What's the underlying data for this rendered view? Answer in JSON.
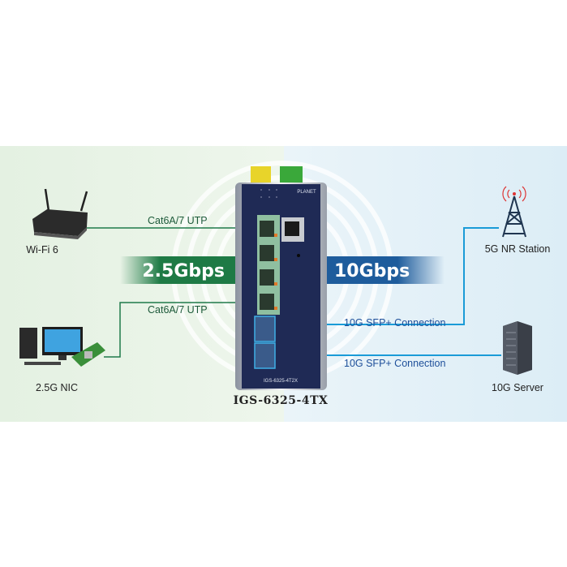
{
  "devices": {
    "wifi": "Wi-Fi 6",
    "nic": "2.5G NIC",
    "station": "5G NR Station",
    "server": "10G Server"
  },
  "cables": {
    "utp_top": "Cat6A/7 UTP",
    "utp_bottom": "Cat6A/7 UTP",
    "sfp_top": "10G SFP+ Connection",
    "sfp_bottom": "10G SFP+ Connection"
  },
  "speeds": {
    "left": "2.5Gbps",
    "right": "10Gbps"
  },
  "switch": {
    "model": "IGS-6325-4TX",
    "panel_label": "IGS-6325-4T2X",
    "brand": "PLANET"
  },
  "colors": {
    "green_bg": "#e5f2e3",
    "blue_bg": "#e0eff7",
    "green_line": "#1f7a4a",
    "blue_line": "#1a9bd7",
    "green_banner": "#1e7a45",
    "blue_banner": "#1e5c9c"
  }
}
